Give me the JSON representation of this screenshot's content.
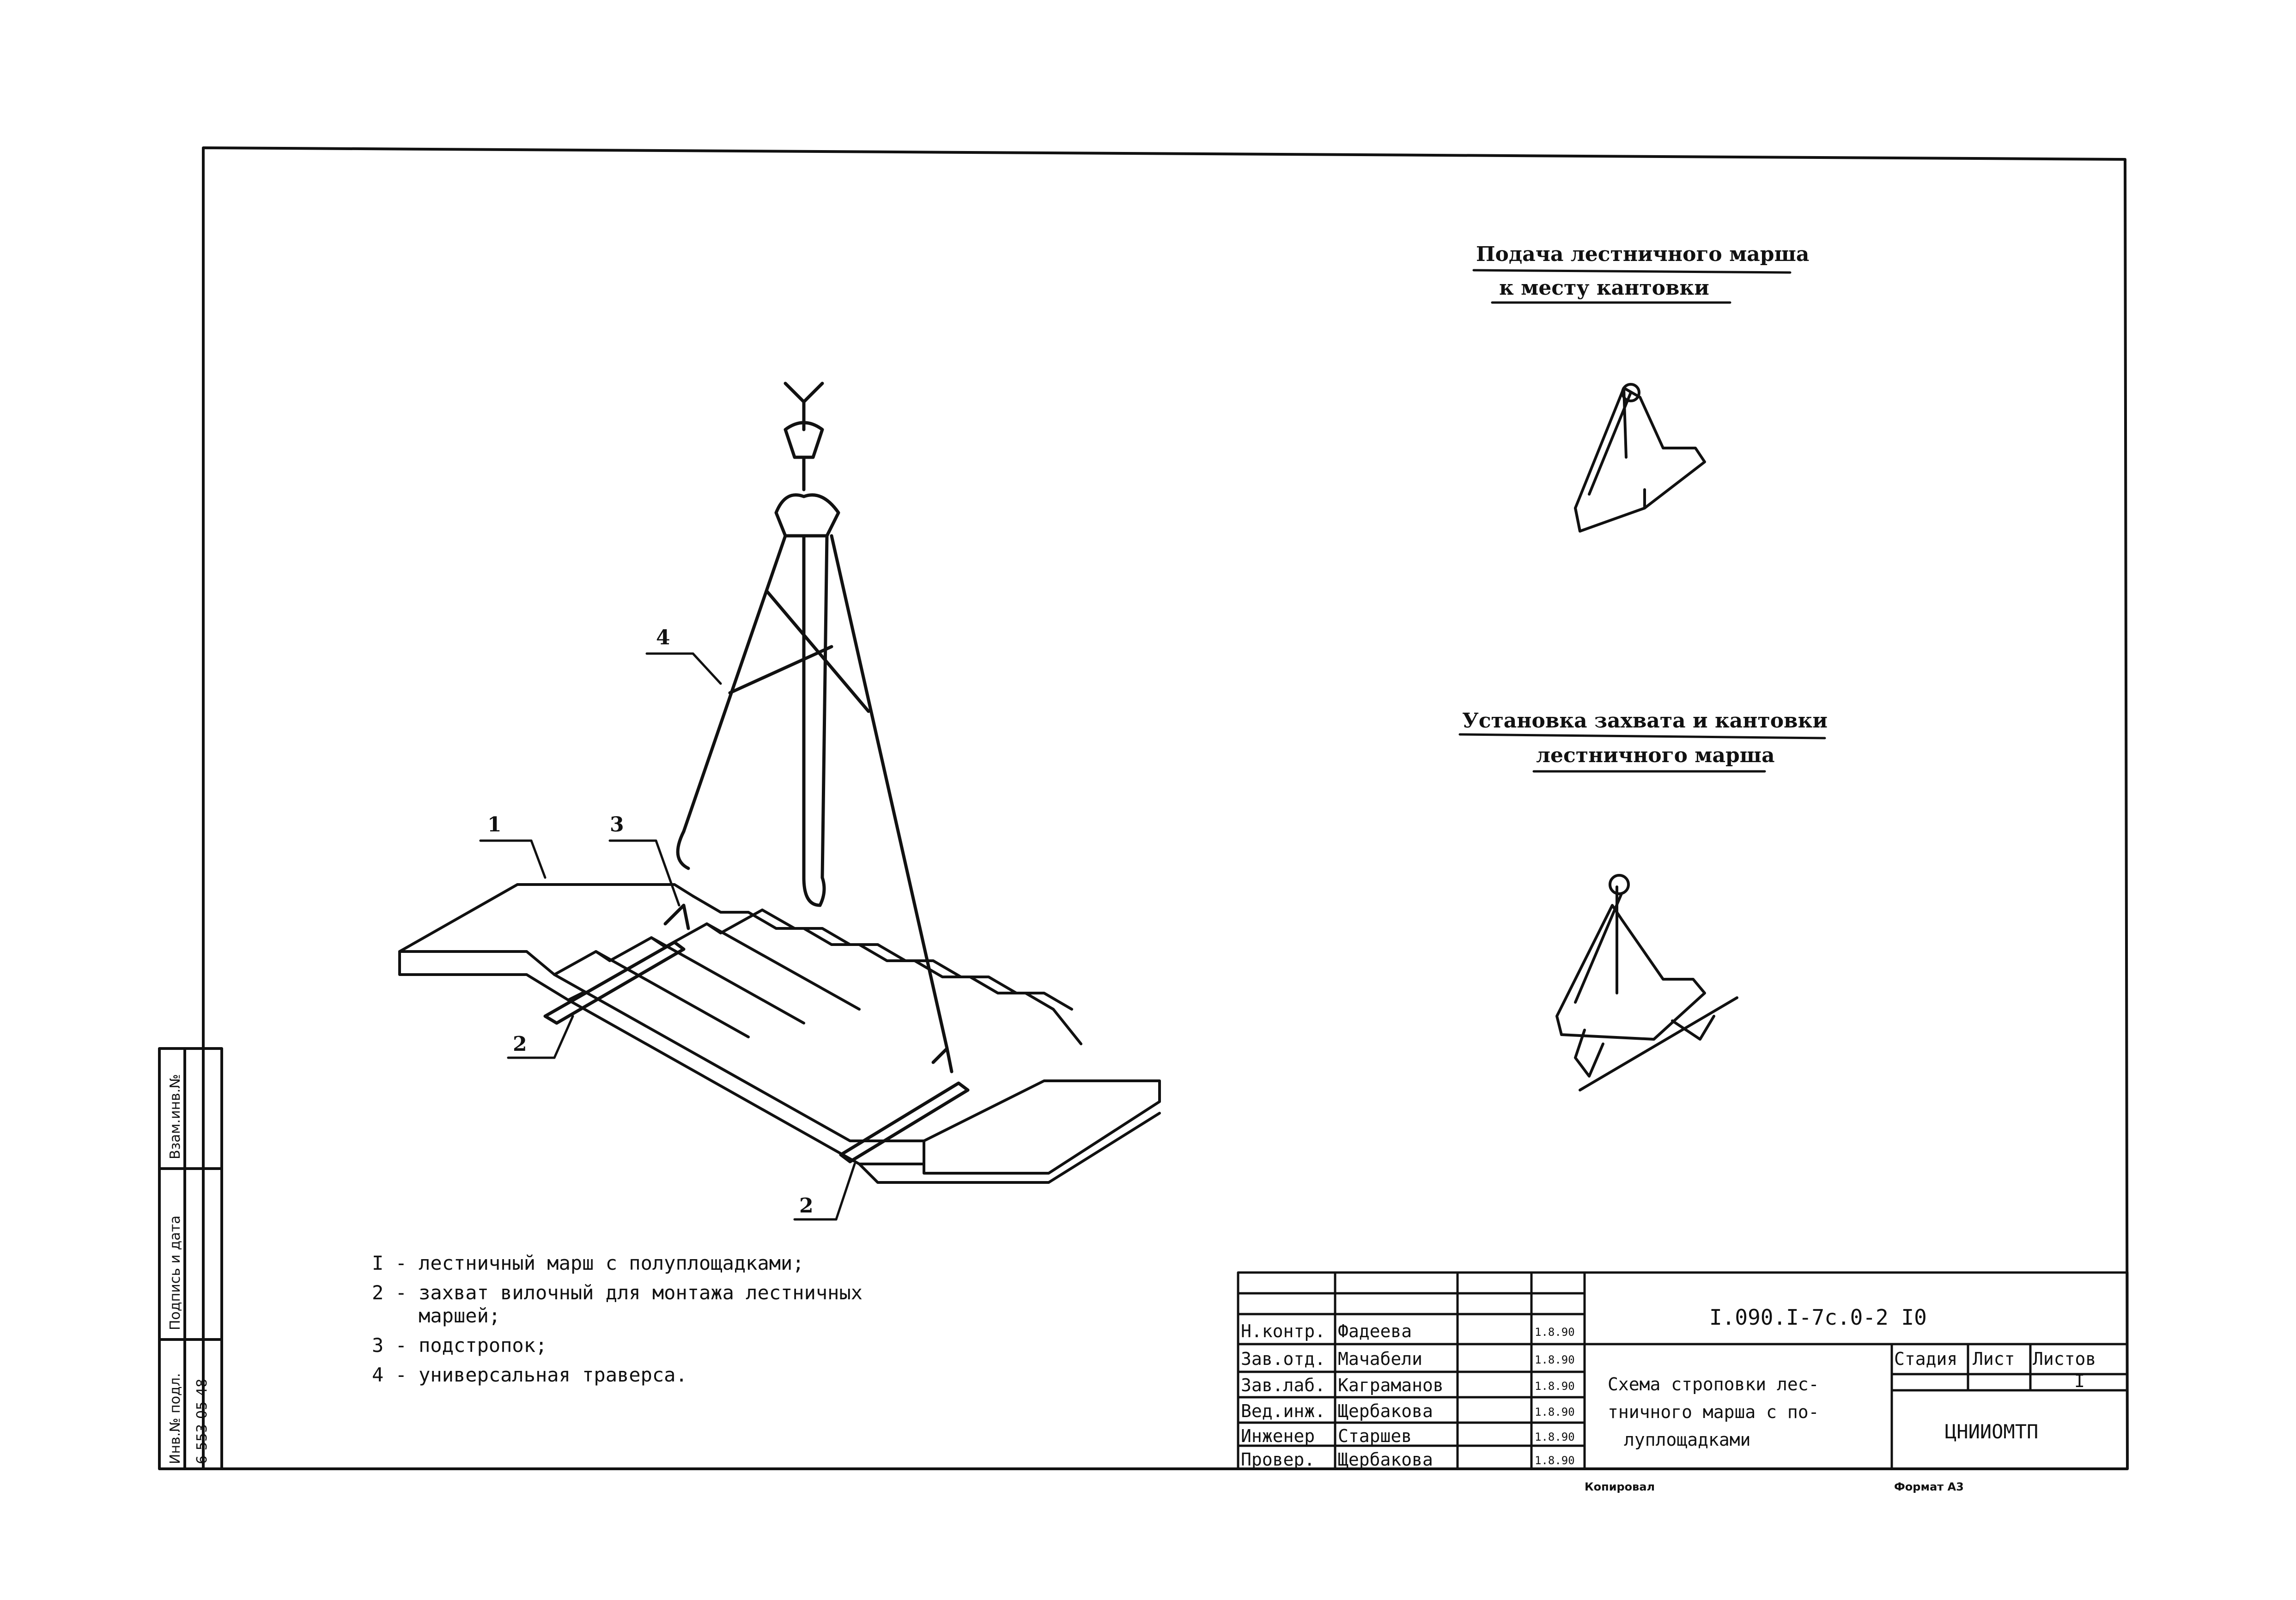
{
  "captions": {
    "top_line1": "Подача лестничного марша",
    "top_line2": "к месту кантовки",
    "mid_line1": "Установка захвата и кантовки",
    "mid_line2": "лестничного марша"
  },
  "callouts": {
    "c1": "1",
    "c2a": "2",
    "c2b": "2",
    "c3": "3",
    "c4": "4"
  },
  "legend": [
    "I - лестничный марш с полуплощадками;",
    "2 - захват вилочный для монтажа лестничных",
    "    маршей;",
    "3 - подстропок;",
    "4 - универсальная траверса."
  ],
  "side_stamp": {
    "field1": "Взам.инв.№",
    "field2": "Подпись и дата",
    "field3": "Инв.№ подл.",
    "field3_value": "6-553-05-48"
  },
  "title_block": {
    "doc_code": "I.090.I-7c.0-2 I0",
    "roles": [
      "Н.контр.",
      "Зав.отд.",
      "Зав.лаб.",
      "Вед.инж.",
      "Инженер",
      "Провер."
    ],
    "names": [
      "Фадеева",
      "Мачабели",
      "Каграманов",
      "Щербакова",
      "Старшев",
      "Щербакова"
    ],
    "dates": [
      "1.8.90",
      "1.8.90",
      "1.8.90",
      "1.8.90",
      "1.8.90",
      "1.8.90"
    ],
    "title_line1": "Схема строповки лес-",
    "title_line2": "тничного марша с по-",
    "title_line3": "луплощадками",
    "stage_label": "Стадия",
    "sheet_label": "Лист",
    "sheets_label": "Листов",
    "sheets_value": "I",
    "org": "ЦНИИОМТП",
    "copied": "Копировал",
    "format": "Формат А3"
  }
}
